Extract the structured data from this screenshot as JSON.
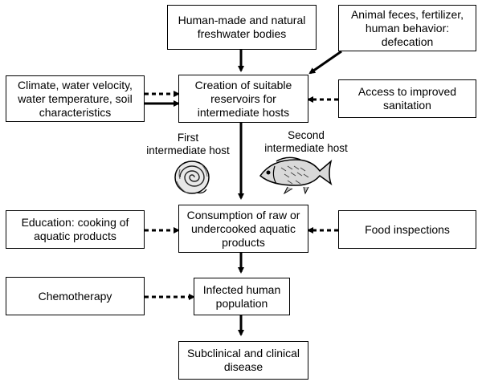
{
  "boxes": {
    "freshwater": "Human-made and natural\nfreshwater bodies",
    "animal": "Animal feces, fertilizer,\nhuman behavior:\ndefecation",
    "climate": "Climate, water velocity,\nwater temperature, soil\ncharacteristics",
    "reservoirs": "Creation of suitable\nreservoirs for\nintermediate hosts",
    "sanitation": "Access to improved\nsanitation",
    "education": "Education: cooking of\naquatic products",
    "consumption": "Consumption of raw or\nundercooked aquatic\nproducts",
    "inspections": "Food inspections",
    "chemo": "Chemotherapy",
    "infected": "Infected human\npopulation",
    "disease": "Subclinical and clinical\ndisease"
  },
  "labels": {
    "first_host": "First\nintermediate host",
    "second_host": "Second\nintermediate host"
  },
  "icons": {
    "snail": "snail-icon",
    "fish": "fish-icon"
  }
}
